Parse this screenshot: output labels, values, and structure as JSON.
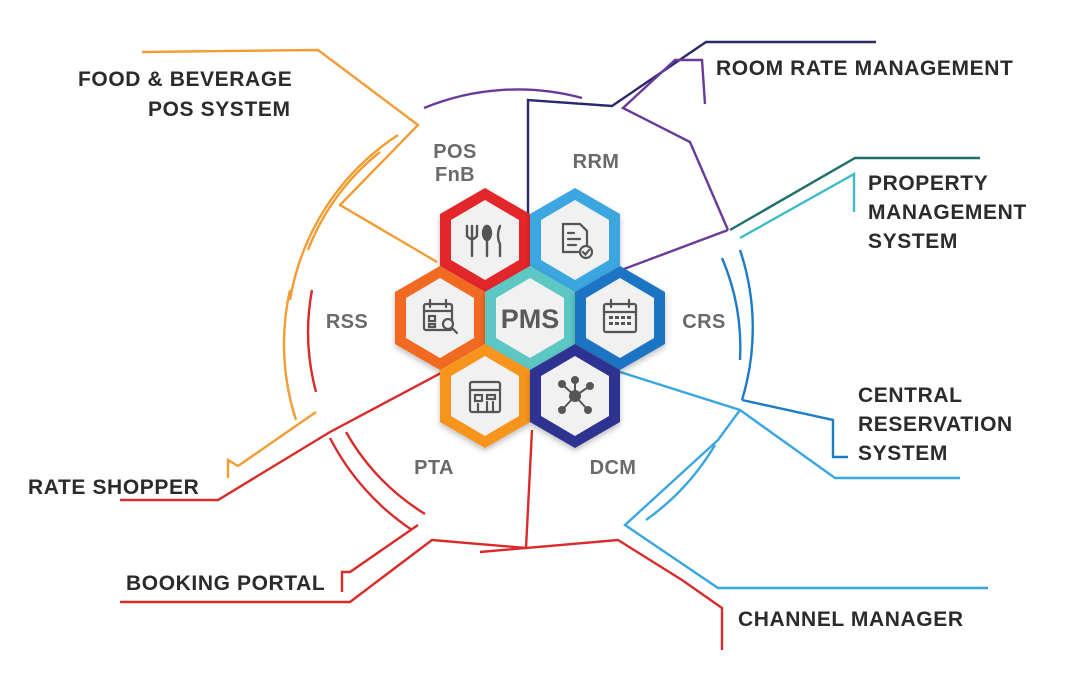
{
  "center": {
    "label": "PMS"
  },
  "outer_labels": {
    "fnb": [
      "FOOD & BEVERAGE",
      "POS SYSTEM"
    ],
    "rrm": [
      "ROOM RATE MANAGEMENT"
    ],
    "pms": [
      "PROPERTY",
      "MANAGEMENT",
      "SYSTEM"
    ],
    "crs": [
      "CENTRAL",
      "RESERVATION",
      "SYSTEM"
    ],
    "rate_shopper": [
      "RATE SHOPPER"
    ],
    "booking": [
      "BOOKING PORTAL"
    ],
    "channel": [
      "CHANNEL MANAGER"
    ]
  },
  "sector_labels": {
    "pos": [
      "POS",
      "FnB"
    ],
    "rrm": "RRM",
    "rss": "RSS",
    "crs": "CRS",
    "pta": "PTA",
    "dcm": "DCM"
  },
  "modules": [
    {
      "key": "fnb",
      "icon": "utensils-icon",
      "color": "#e3262b",
      "color_dark": "#b51a1f"
    },
    {
      "key": "rrm",
      "icon": "document-check-icon",
      "color": "#3aa6e0",
      "color_dark": "#1f7fb8"
    },
    {
      "key": "rss",
      "icon": "calendar-search-icon",
      "color": "#f26b21",
      "color_dark": "#c94e12"
    },
    {
      "key": "crs",
      "icon": "calendar-grid-icon",
      "color": "#1d74c4",
      "color_dark": "#11508f"
    },
    {
      "key": "pta",
      "icon": "building-grid-icon",
      "color": "#f7941d",
      "color_dark": "#d17409"
    },
    {
      "key": "dcm",
      "icon": "network-hub-icon",
      "color": "#2d3390",
      "color_dark": "#1c206a"
    }
  ],
  "colors": {
    "fnb": "#f39c33",
    "rrm": "#6a3a9a",
    "rrm_dark": "#2a2a6a",
    "pms": "#3bbcc8",
    "pms_dark": "#1f6f6a",
    "crs": "#1e7bc6",
    "rate_shopper": "#d92b2b",
    "booking": "#d92b2b",
    "channel": "#3aa6e0",
    "center": "#5bc7c3"
  }
}
